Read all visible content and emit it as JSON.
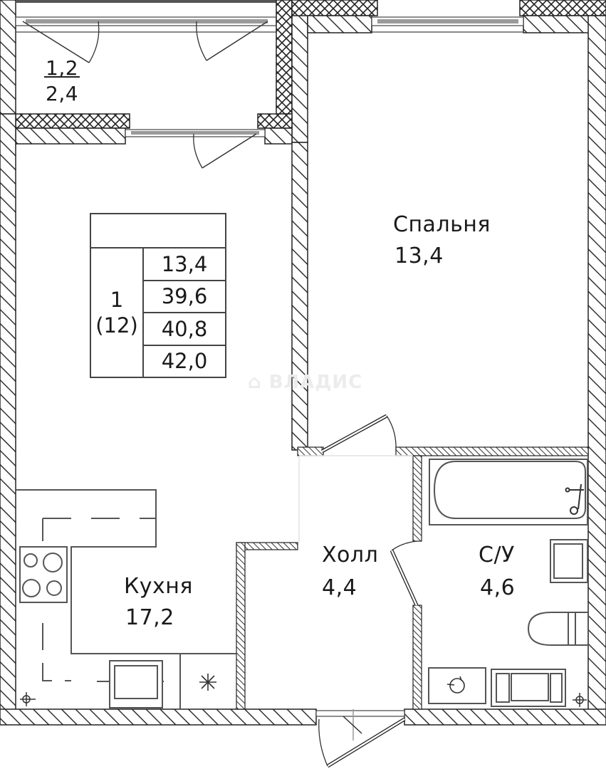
{
  "plan": {
    "type": "apartment-floor-plan",
    "rooms": [
      {
        "id": "balcony",
        "name": "",
        "area_top": "1,2",
        "area_bottom": "2,4"
      },
      {
        "id": "bedroom",
        "name": "Спальня",
        "area": "13,4"
      },
      {
        "id": "kitchen",
        "name": "Кухня",
        "area": "17,2"
      },
      {
        "id": "hall",
        "name": "Холл",
        "area": "4,4"
      },
      {
        "id": "bathroom",
        "name": "С/У",
        "area": "4,6"
      }
    ],
    "summary_table": {
      "rooms_count": "1",
      "section": "(12)",
      "values": [
        "13,4",
        "39,6",
        "40,8",
        "42,0"
      ]
    },
    "watermark": "ВЛАДИС",
    "colors": {
      "wall_line": "#222222",
      "hatch": "#333333",
      "fixture_line": "#555555",
      "window_glass": "#9a9a9a",
      "background": "#ffffff"
    }
  }
}
